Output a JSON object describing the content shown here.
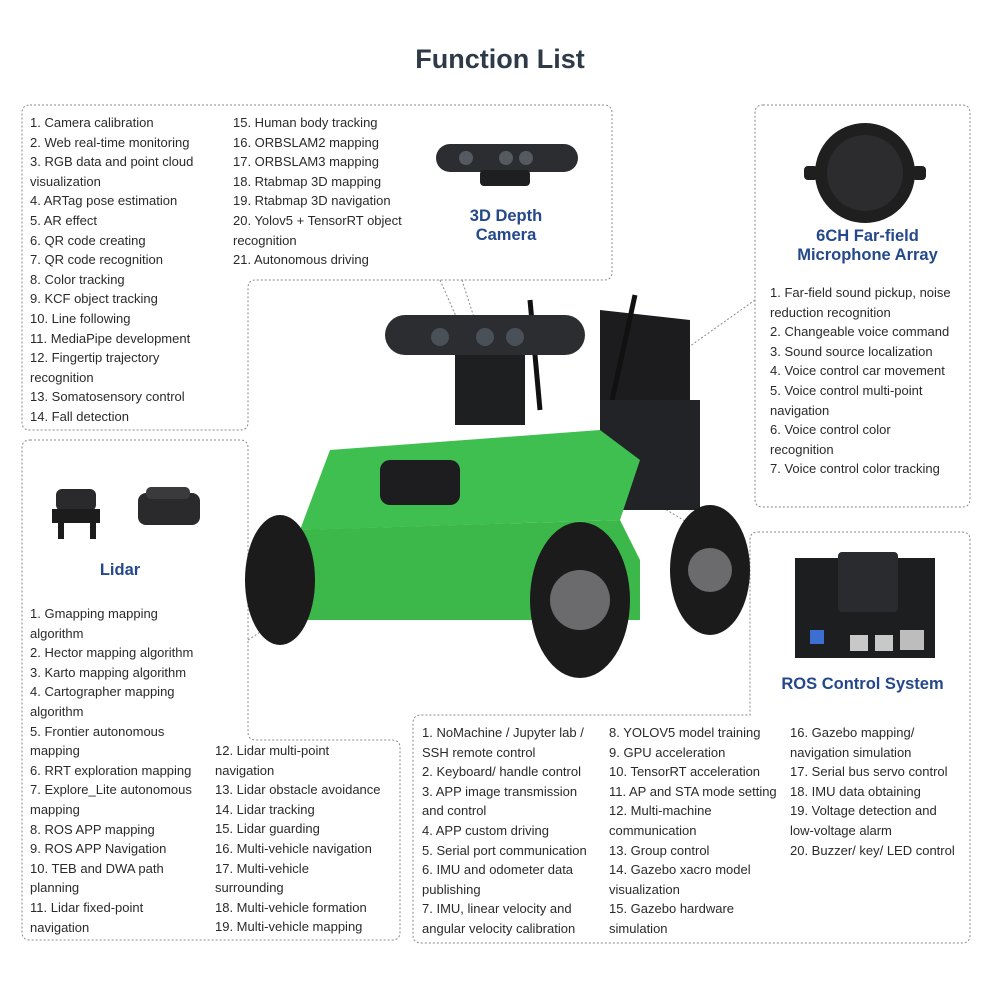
{
  "title": "Function List",
  "camera": {
    "heading": "3D Depth\nCamera",
    "col1": [
      "1. Camera calibration",
      "2. Web real-time monitoring",
      "3. RGB data and point cloud\nvisualization",
      "4. ARTag pose estimation",
      "5. AR effect",
      "6. QR code creating",
      "7. QR code recognition",
      "8. Color tracking",
      "9. KCF object tracking",
      "10. Line following",
      "11. MediaPipe development",
      "12. Fingertip trajectory\nrecognition",
      "13. Somatosensory control",
      "14. Fall detection"
    ],
    "col2": [
      "15. Human body tracking",
      "16. ORBSLAM2 mapping",
      "17. ORBSLAM3 mapping",
      "18. Rtabmap 3D mapping",
      "19. Rtabmap 3D navigation",
      "20. Yolov5 + TensorRT object\nrecognition",
      "21. Autonomous driving"
    ]
  },
  "microphone": {
    "heading": "6CH Far-field\nMicrophone Array",
    "items": [
      "1. Far-field sound pickup, noise\nreduction recognition",
      "2. Changeable voice command",
      "3. Sound source localization",
      "4. Voice control car movement",
      "5. Voice control multi-point\nnavigation",
      "6. Voice control color\nrecognition",
      "7. Voice control color tracking"
    ]
  },
  "lidar": {
    "heading": "Lidar",
    "col1": [
      "1. Gmapping mapping\nalgorithm",
      "2. Hector mapping algorithm",
      "3. Karto mapping algorithm",
      "4. Cartographer mapping\nalgorithm",
      "5. Frontier autonomous\nmapping",
      "6. RRT exploration mapping",
      "7. Explore_Lite autonomous\nmapping",
      "8. ROS APP mapping",
      "9. ROS APP Navigation",
      "10. TEB and DWA path\nplanning",
      "11. Lidar fixed-point\nnavigation"
    ],
    "col2": [
      "12. Lidar multi-point\nnavigation",
      "13. Lidar obstacle avoidance",
      "14. Lidar tracking",
      "15. Lidar guarding",
      "16. Multi-vehicle navigation",
      "17. Multi-vehicle\nsurrounding",
      "18. Multi-vehicle formation",
      "19. Multi-vehicle mapping"
    ]
  },
  "ros": {
    "heading": "ROS Control System",
    "col1": [
      "1. NoMachine / Jupyter lab /\nSSH remote control",
      "2. Keyboard/ handle control",
      "3. APP image transmission\nand control",
      "4. APP custom driving",
      "5. Serial port communication",
      "6. IMU and odometer data\npublishing",
      "7. IMU, linear velocity and\nangular velocity calibration"
    ],
    "col2": [
      "8. YOLOV5 model training",
      "9. GPU acceleration",
      "10. TensorRT acceleration",
      "11. AP and STA mode setting",
      "12. Multi-machine\ncommunication",
      "13. Group control",
      "14. Gazebo xacro model\nvisualization",
      "15. Gazebo hardware\nsimulation"
    ],
    "col3": [
      "16. Gazebo mapping/\nnavigation simulation",
      "17. Serial bus servo control",
      "18. IMU data obtaining",
      "19. Voltage detection and\nlow-voltage alarm",
      "20. Buzzer/ key/ LED control"
    ]
  },
  "colors": {
    "heading": "#24488a",
    "chassis": "#3fbf4f",
    "border": "#8a8a8a"
  }
}
